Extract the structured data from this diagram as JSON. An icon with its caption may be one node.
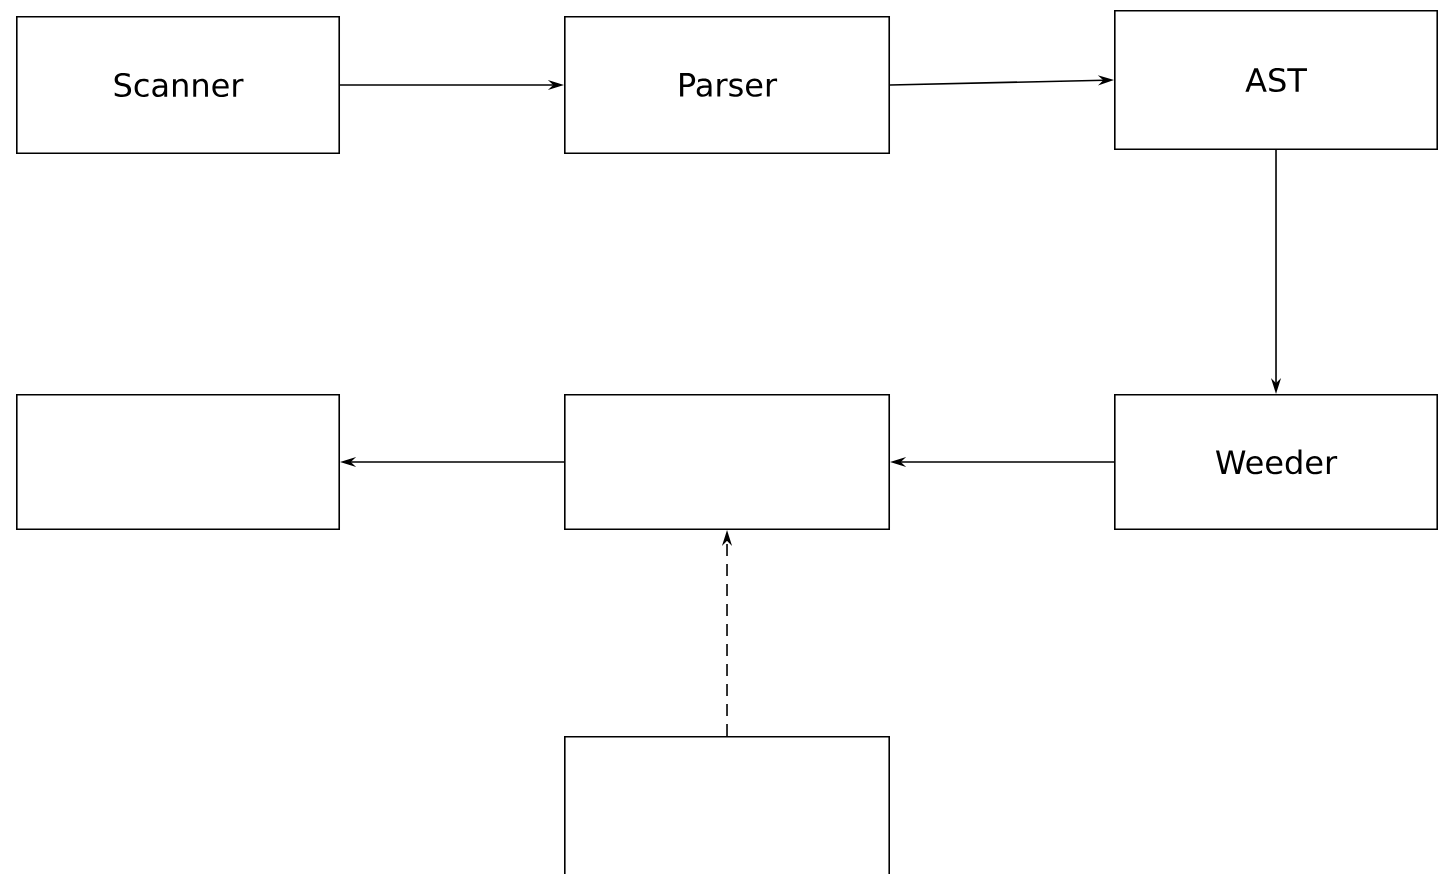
{
  "diagram": {
    "nodes": [
      {
        "text": [
          "Scanner"
        ]
      },
      {
        "text": [
          "Parser"
        ]
      },
      {
        "text": [
          "AST"
        ]
      },
      {
        "text": [],
        "shape": "box"
      },
      {
        "text": [],
        "shape": "box"
      },
      {
        "text": [
          "Weeder"
        ]
      },
      {
        "text": [],
        "shape": "box"
      }
    ],
    "edges": [
      {
        "from": 0,
        "to": 1,
        "arrow": "to"
      },
      {
        "from": 1,
        "to": 2,
        "arrow": "to"
      },
      {
        "from": 2,
        "to": 5,
        "arrow": "to"
      },
      {
        "from": 5,
        "to": 4,
        "arrow": "to"
      },
      {
        "from": 4,
        "to": 3,
        "arrow": "to"
      },
      {
        "from": 6,
        "to": 4,
        "arrow": "to",
        "style": "dashed"
      }
    ]
  }
}
